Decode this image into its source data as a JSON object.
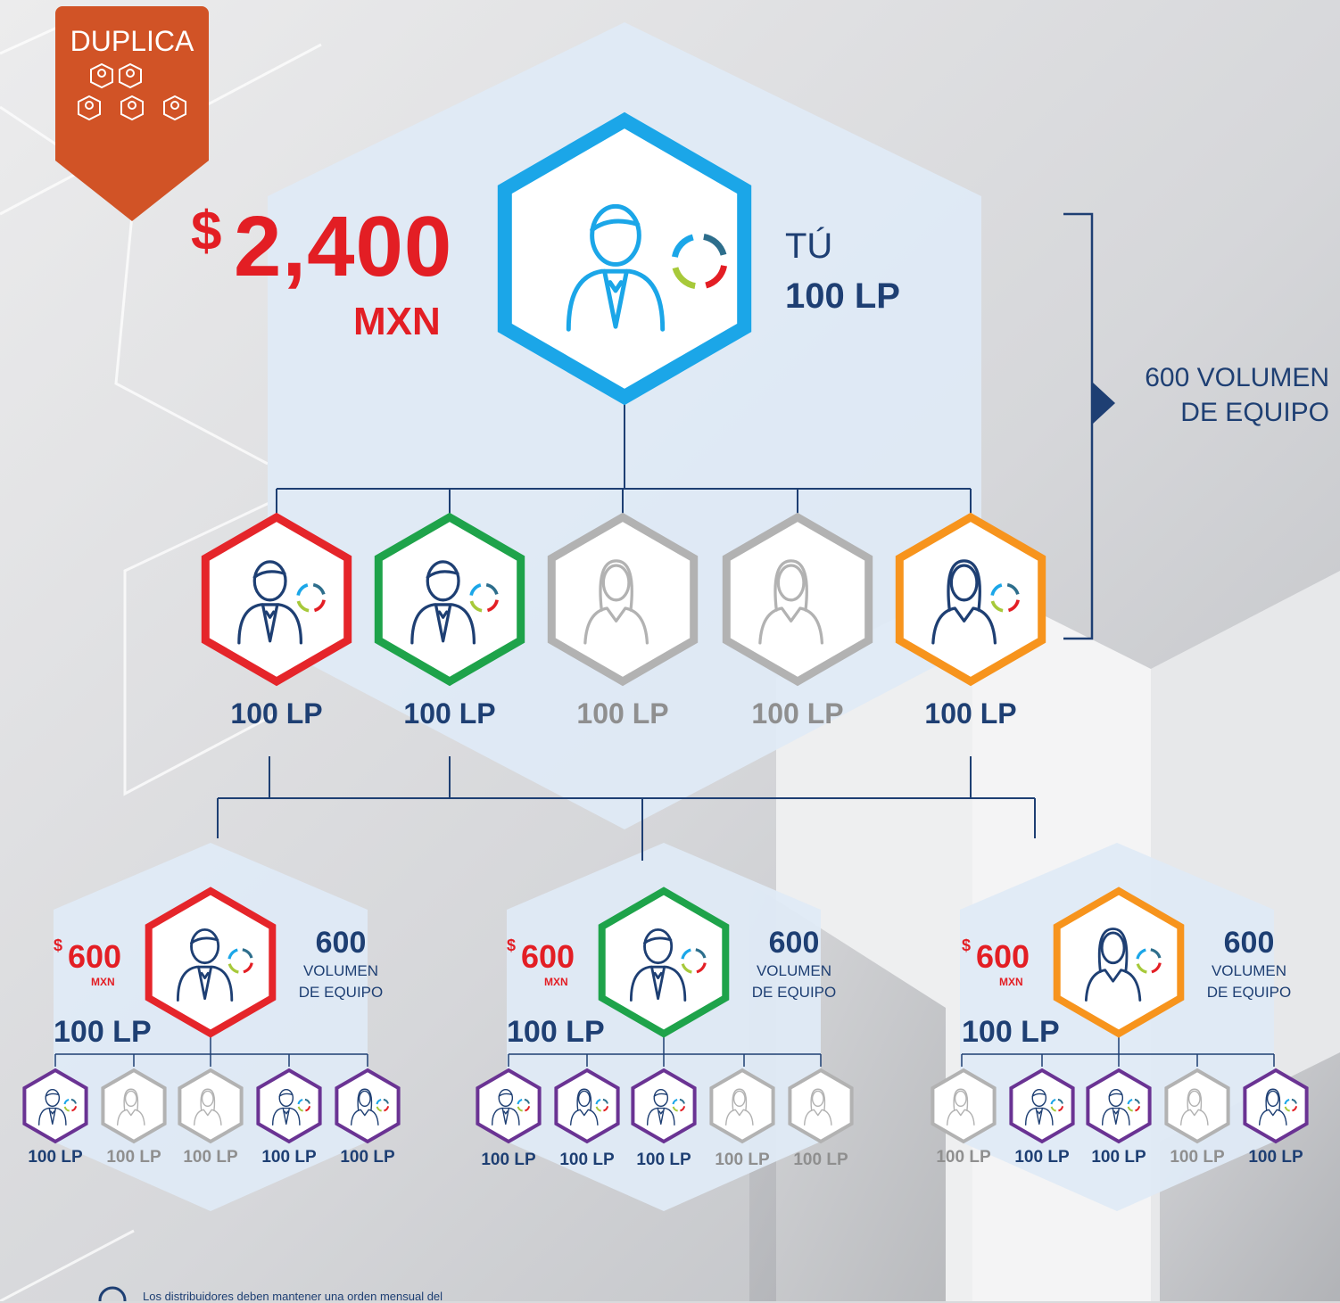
{
  "badge": {
    "label": "DUPLICA"
  },
  "top": {
    "dollar_sign": "$",
    "amount": "2,400",
    "currency": "MXN",
    "name": "TÚ",
    "lp": "100 LP",
    "team_volume_line1": "600 VOLUMEN",
    "team_volume_line2": "DE EQUIPO"
  },
  "level1": [
    {
      "lp": "100 LP",
      "color": "#e5252a",
      "figure": "man",
      "active": true
    },
    {
      "lp": "100 LP",
      "color": "#1ea34a",
      "figure": "man",
      "active": true
    },
    {
      "lp": "100 LP",
      "color": "#b2b2b2",
      "figure": "woman",
      "active": false
    },
    {
      "lp": "100 LP",
      "color": "#b2b2b2",
      "figure": "woman",
      "active": false
    },
    {
      "lp": "100 LP",
      "color": "#f7941d",
      "figure": "woman",
      "active": true
    }
  ],
  "subteams": [
    {
      "dollar_sign": "$",
      "amount": "600",
      "currency": "MXN",
      "volume_number": "600",
      "volume_line1": "VOLUMEN",
      "volume_line2": "DE EQUIPO",
      "lp": "100 LP",
      "color": "#e5252a",
      "figure": "man",
      "members": [
        {
          "lp": "100 LP",
          "figure": "man",
          "active": true
        },
        {
          "lp": "100 LP",
          "figure": "woman",
          "active": false
        },
        {
          "lp": "100 LP",
          "figure": "woman",
          "active": false
        },
        {
          "lp": "100 LP",
          "figure": "man",
          "active": true
        },
        {
          "lp": "100 LP",
          "figure": "woman",
          "active": true
        }
      ]
    },
    {
      "dollar_sign": "$",
      "amount": "600",
      "currency": "MXN",
      "volume_number": "600",
      "volume_line1": "VOLUMEN",
      "volume_line2": "DE EQUIPO",
      "lp": "100 LP",
      "color": "#1ea34a",
      "figure": "man",
      "members": [
        {
          "lp": "100 LP",
          "figure": "man",
          "active": true
        },
        {
          "lp": "100 LP",
          "figure": "woman",
          "active": true
        },
        {
          "lp": "100 LP",
          "figure": "man",
          "active": true
        },
        {
          "lp": "100 LP",
          "figure": "woman",
          "active": false
        },
        {
          "lp": "100 LP",
          "figure": "woman",
          "active": false
        }
      ]
    },
    {
      "dollar_sign": "$",
      "amount": "600",
      "currency": "MXN",
      "volume_number": "600",
      "volume_line1": "VOLUMEN",
      "volume_line2": "DE EQUIPO",
      "lp": "100 LP",
      "color": "#f7941d",
      "figure": "woman",
      "members": [
        {
          "lp": "100 LP",
          "figure": "woman",
          "active": false
        },
        {
          "lp": "100 LP",
          "figure": "man",
          "active": true
        },
        {
          "lp": "100 LP",
          "figure": "man",
          "active": true
        },
        {
          "lp": "100 LP",
          "figure": "woman",
          "active": false
        },
        {
          "lp": "100 LP",
          "figure": "woman",
          "active": true
        }
      ]
    }
  ],
  "colors": {
    "navy": "#1e3f73",
    "you_blue": "#1ba6e8",
    "member_purple": "#6a3393",
    "inactive_gray": "#b2b2b2",
    "money_red": "#e31e24",
    "badge_orange": "#d15326",
    "panel_blue": "#dfeaf6"
  },
  "footnote": "Los distribuidores deben mantener una orden mensual del"
}
